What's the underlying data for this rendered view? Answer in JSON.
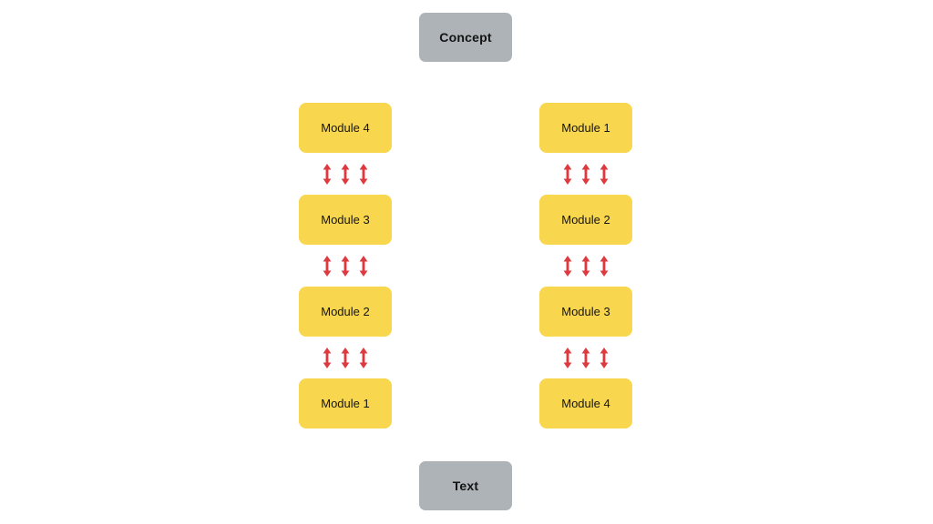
{
  "diagram": {
    "top_node": {
      "label": "Concept"
    },
    "bottom_node": {
      "label": "Text"
    },
    "left_column": {
      "modules": [
        {
          "label": "Module 4"
        },
        {
          "label": "Module 3"
        },
        {
          "label": "Module 2"
        },
        {
          "label": "Module 1"
        }
      ]
    },
    "right_column": {
      "modules": [
        {
          "label": "Module 1"
        },
        {
          "label": "Module 2"
        },
        {
          "label": "Module 3"
        },
        {
          "label": "Module 4"
        }
      ]
    },
    "icons": {
      "connector": "double-vertical-arrow",
      "connector_glyph": "↕",
      "arrows_per_connector": 3
    },
    "colors": {
      "background": "#FFFFFF",
      "module_fill": "#F8D64D",
      "endpoint_fill": "#ADB3B6",
      "arrow_red": "#DD3A40",
      "label_text": "#151515"
    }
  }
}
